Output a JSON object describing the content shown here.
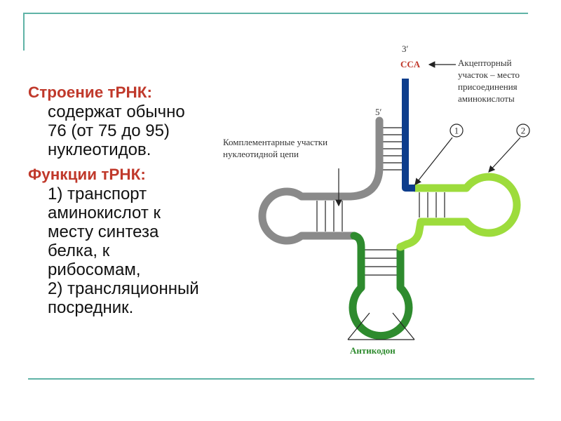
{
  "left_panel": {
    "heading_structure": "Строение тРНК:",
    "structure_lines": [
      "содержат обычно",
      "76 (от 75 до 95)",
      "нуклеотидов."
    ],
    "heading_functions": "Функции тРНК:",
    "function_lines": [
      "1) транспорт",
      "аминокислот к",
      "месту синтеза",
      "белка, к",
      "рибосомам,",
      "2) трансляционный",
      "посредник."
    ]
  },
  "diagram": {
    "end_3": "3′",
    "cca": "CCA",
    "end_5": "5′",
    "acceptor_label": [
      "Акцепторный",
      "участок – место",
      "присоединения",
      "аминокислоты"
    ],
    "complementary_label": [
      "Комплементарные участки",
      "нуклеотидной цепи"
    ],
    "marker_1": "1",
    "marker_2": "2",
    "anticodon": "Антикодон",
    "colors": {
      "blue": "#0d3d8c",
      "gray": "#8a8a8a",
      "dark_green": "#2e8b2e",
      "light_green": "#9ddc3c",
      "heading_red": "#c0392b",
      "rule_teal": "#5fb3a6"
    }
  }
}
